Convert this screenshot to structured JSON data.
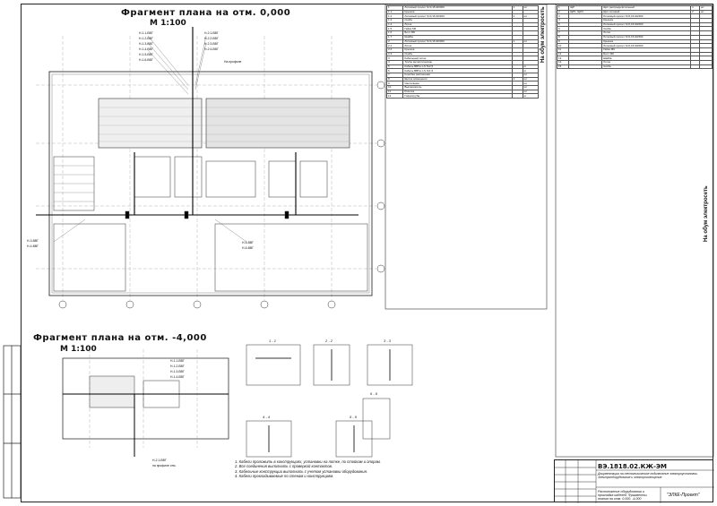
{
  "plan_top": {
    "title": "Фрагмент плана на отм. 0,000",
    "scale": "М 1:100"
  },
  "plan_bottom": {
    "title": "Фрагмент плана на отм. -4,000",
    "scale": "М 1:100"
  },
  "sections": [
    "1 - 1",
    "2 - 2",
    "3 - 3",
    "4 - 4",
    "5 - 5",
    "6 - 6"
  ],
  "side_label": "На обум электросеть",
  "spec_left": [
    [
      "1",
      "Лотковый пролет S=0,15-90/300",
      "1",
      "шт"
    ],
    [
      "1.1",
      "Крышка",
      "",
      ""
    ],
    [
      "1.2",
      "Лотковый пролет S=0,15-90/200",
      "1",
      "шт"
    ],
    [
      "1.3",
      "Скоба",
      "",
      ""
    ],
    [
      "1.4",
      "Лоток",
      "",
      ""
    ],
    [
      "1.5",
      "Гайка М6",
      "",
      ""
    ],
    [
      "1.6",
      "Болт М6",
      "",
      ""
    ],
    [
      "1.7",
      "Шайба",
      "",
      ""
    ],
    [
      "2",
      "Лотковый пролет S=0,15-90/300",
      "1",
      "шт"
    ],
    [
      "2.1",
      "Лоток",
      "",
      ""
    ],
    [
      "2.2",
      "Крышка",
      "",
      ""
    ],
    [
      "2.3",
      "Скоба",
      "",
      ""
    ],
    [
      "3",
      "Кабельный лоток",
      "",
      ""
    ],
    [
      "4",
      "Трубы металлические",
      "",
      ""
    ],
    [
      "5",
      "Кабель ВВГнг-LS 5х2,5",
      "",
      "м"
    ],
    [
      "6",
      "Кабель ВВГнг-LS 3х1,5",
      "",
      "м"
    ],
    [
      "7",
      "Коробка распаечная",
      "",
      "шт"
    ],
    [
      "8",
      "Щиток освещения",
      "1",
      "шт"
    ],
    [
      "9",
      "Светильник",
      "",
      "шт"
    ],
    [
      "10",
      "Выключатель",
      "",
      "шт"
    ],
    [
      "11",
      "Розетка",
      "",
      "шт"
    ],
    [
      "12",
      "Гофротруба",
      "",
      "м"
    ]
  ],
  "spec_right": [
    [
      "1",
      "ЩР",
      "Щит распределительный",
      "1",
      "шт"
    ],
    [
      "2",
      "ЩР1, ЩР2",
      "Щит силовой",
      "2",
      "шт"
    ],
    [
      "3",
      "",
      "Лотковый пролет S=0,15-90/300",
      "",
      ""
    ],
    [
      "4",
      "",
      "Крышка",
      "",
      ""
    ],
    [
      "5",
      "",
      "Лотковый пролет S=0,15-90/200",
      "",
      ""
    ],
    [
      "6",
      "",
      "Скоба",
      "",
      ""
    ],
    [
      "7",
      "",
      "Лоток",
      "",
      ""
    ],
    [
      "8",
      "",
      "Лотковый пролет S=0,15-90/300",
      "",
      ""
    ],
    [
      "9",
      "",
      "Крышка",
      "",
      ""
    ],
    [
      "10",
      "",
      "Лотковый пролет S=0,15-90/200",
      "",
      ""
    ],
    [
      "11",
      "",
      "Гайка М6",
      "",
      ""
    ],
    [
      "12",
      "",
      "Болт М6",
      "",
      ""
    ],
    [
      "13",
      "",
      "Шайба",
      "",
      ""
    ],
    [
      "14",
      "",
      "Лоток",
      "",
      ""
    ],
    [
      "15",
      "",
      "Скоба",
      "",
      ""
    ]
  ],
  "notes": [
    "1. Кабели проложить в конструкциях, установки на лотке, по стойкам и опорам.",
    "2. Все соединения выполнить с проверкой контактов.",
    "3. Кабельные конструкции выполнить с учетом установки оборудования.",
    "4. Кабели прокладываемые по стенам и конструкциям."
  ],
  "stamp": {
    "code": "ВЭ.1818.02.КЖ-ЭМ",
    "description": "Документация на технологическое подключение электроустановок. Электрооборудование и электроосвещение.",
    "sheet_name": "Расположение оборудования и прокладка кабелей. Фрагменты планов на отм. 0,000, -4,000",
    "org": "\"ЭЛКЕ-Проект\""
  }
}
